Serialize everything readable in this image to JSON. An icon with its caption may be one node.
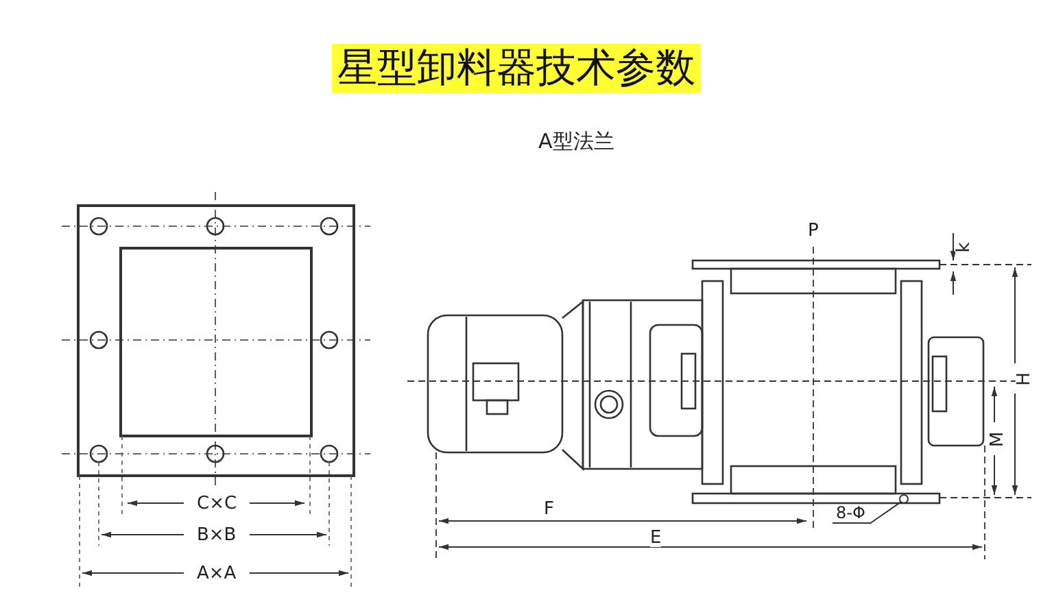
{
  "diagram": {
    "title": "星型卸料器技术参数",
    "nodes": [
      {
        "text": [
          "8-Φ"
        ]
      },
      {
        "text": [],
        "shape": "circle"
      }
    ],
    "edges": [
      {
        "from": 0,
        "to": 1,
        "arrow": "none"
      }
    ],
    "labels": [
      "A型法兰",
      "P",
      "k",
      "H",
      "M",
      "C×C",
      "F",
      "B×B",
      "E",
      "A×A"
    ]
  }
}
